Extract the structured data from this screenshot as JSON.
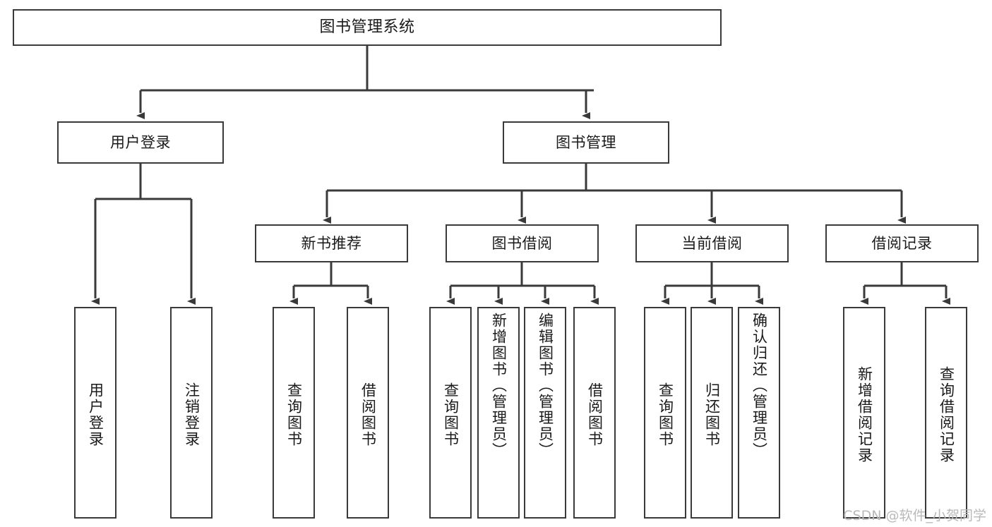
{
  "diagram": {
    "type": "tree-hierarchy",
    "title": "图书管理系统",
    "watermark": "CSDN @软件_小贺同学",
    "style": {
      "background": "#ffffff",
      "box_border": "#3a3a3a",
      "box_fill": "#ffffff",
      "connector": "#3a3a3a",
      "text": "#1a1a1a",
      "watermark_color": "#b9b9b9"
    },
    "nodes": {
      "root": {
        "label": "图书管理系统",
        "level": 0,
        "orientation": "horizontal"
      },
      "user_login": {
        "label": "用户登录",
        "level": 1,
        "orientation": "horizontal"
      },
      "book_manage": {
        "label": "图书管理",
        "level": 1,
        "orientation": "horizontal"
      },
      "new_book_rec": {
        "label": "新书推荐",
        "level": 2,
        "orientation": "horizontal"
      },
      "book_borrow": {
        "label": "图书借阅",
        "level": 2,
        "orientation": "horizontal"
      },
      "current_borrow": {
        "label": "当前借阅",
        "level": 2,
        "orientation": "horizontal"
      },
      "borrow_record": {
        "label": "借阅记录",
        "level": 2,
        "orientation": "horizontal"
      },
      "leaf_user_login": {
        "label": "用户登录",
        "level": 2,
        "orientation": "vertical"
      },
      "leaf_logout": {
        "label": "注销登录",
        "level": 2,
        "orientation": "vertical"
      },
      "leaf_query_book_1": {
        "label": "查询图书",
        "level": 3,
        "orientation": "vertical"
      },
      "leaf_borrow_book_1": {
        "label": "借阅图书",
        "level": 3,
        "orientation": "vertical"
      },
      "leaf_query_book_2": {
        "label": "查询图书",
        "level": 3,
        "orientation": "vertical"
      },
      "leaf_add_book": {
        "label": "新增图书（管理员）",
        "level": 3,
        "orientation": "vertical"
      },
      "leaf_edit_book": {
        "label": "编辑图书（管理员）",
        "level": 3,
        "orientation": "vertical"
      },
      "leaf_borrow_book_2": {
        "label": "借阅图书",
        "level": 3,
        "orientation": "vertical"
      },
      "leaf_query_book_3": {
        "label": "查询图书",
        "level": 3,
        "orientation": "vertical"
      },
      "leaf_return_book": {
        "label": "归还图书",
        "level": 3,
        "orientation": "vertical"
      },
      "leaf_confirm_return": {
        "label": "确认归还（管理员）",
        "level": 3,
        "orientation": "vertical"
      },
      "leaf_add_record": {
        "label": "新增借阅记录",
        "level": 3,
        "orientation": "vertical"
      },
      "leaf_query_record": {
        "label": "查询借阅记录",
        "level": 3,
        "orientation": "vertical"
      }
    },
    "edges": [
      {
        "from": "root",
        "to": "user_login"
      },
      {
        "from": "root",
        "to": "book_manage"
      },
      {
        "from": "user_login",
        "to": "leaf_user_login"
      },
      {
        "from": "user_login",
        "to": "leaf_logout"
      },
      {
        "from": "book_manage",
        "to": "new_book_rec"
      },
      {
        "from": "book_manage",
        "to": "book_borrow"
      },
      {
        "from": "book_manage",
        "to": "current_borrow"
      },
      {
        "from": "book_manage",
        "to": "borrow_record"
      },
      {
        "from": "new_book_rec",
        "to": "leaf_query_book_1"
      },
      {
        "from": "new_book_rec",
        "to": "leaf_borrow_book_1"
      },
      {
        "from": "book_borrow",
        "to": "leaf_query_book_2"
      },
      {
        "from": "book_borrow",
        "to": "leaf_add_book"
      },
      {
        "from": "book_borrow",
        "to": "leaf_edit_book"
      },
      {
        "from": "book_borrow",
        "to": "leaf_borrow_book_2"
      },
      {
        "from": "current_borrow",
        "to": "leaf_query_book_3"
      },
      {
        "from": "current_borrow",
        "to": "leaf_return_book"
      },
      {
        "from": "current_borrow",
        "to": "leaf_confirm_return"
      },
      {
        "from": "borrow_record",
        "to": "leaf_add_record"
      },
      {
        "from": "borrow_record",
        "to": "leaf_query_record"
      }
    ]
  }
}
